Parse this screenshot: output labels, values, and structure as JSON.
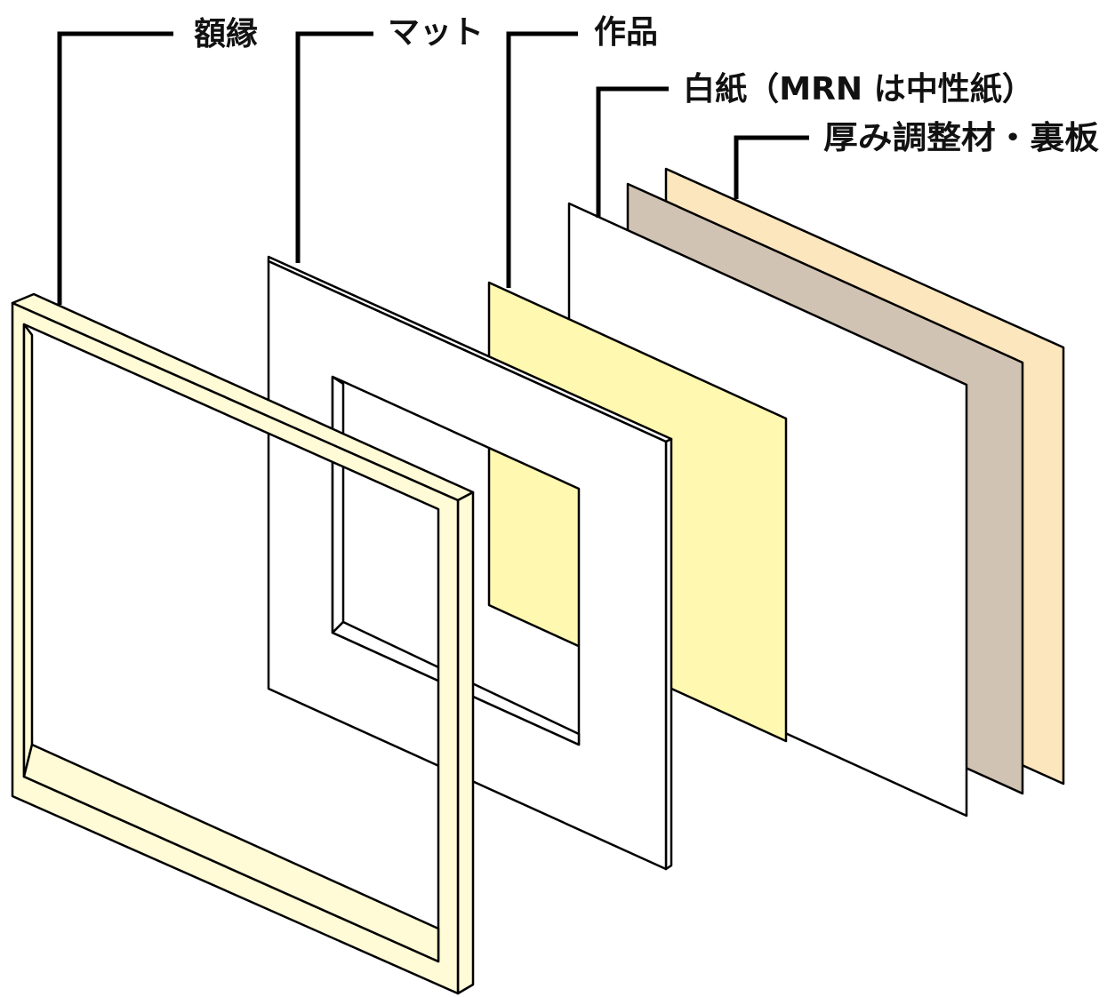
{
  "labels": {
    "frame": "額縁",
    "mat": "マット",
    "artwork": "作品",
    "white_paper": "白紙（MRN は中性紙）",
    "backing": "厚み調整材・裏板"
  },
  "colors": {
    "frame": "#fffbd6",
    "mat": "#ffffff",
    "artwork": "#fff8b0",
    "white_paper": "#ffffff",
    "spacer": "#d1c3b3",
    "back_board": "#fce6bd",
    "outline": "#000000"
  }
}
